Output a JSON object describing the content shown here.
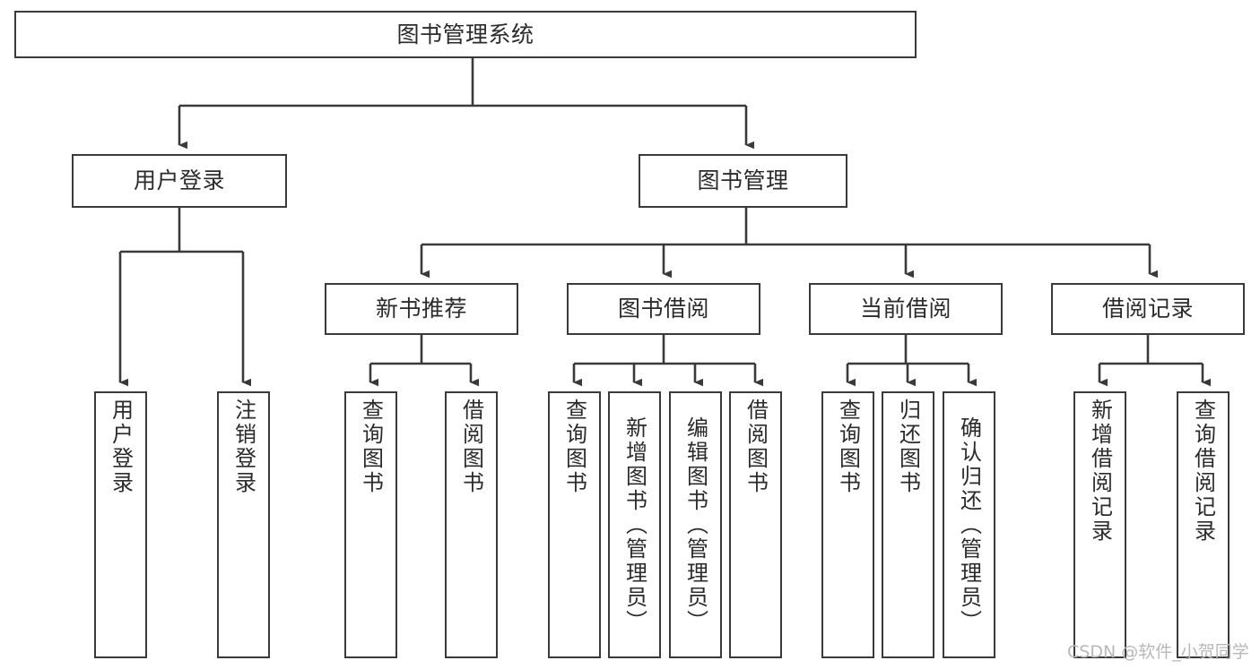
{
  "diagram": {
    "type": "tree",
    "title": "图书管理系统",
    "watermark": "CSDN @软件_小贺同学",
    "colors": {
      "border": "#3a3a3a",
      "background": "#ffffff",
      "text": "#2b2b2b",
      "connector": "#3a3a3a",
      "watermark": "#b8b8b8"
    },
    "nodes": {
      "root": "图书管理系统",
      "level1": [
        {
          "label": "用户登录"
        },
        {
          "label": "图书管理"
        }
      ],
      "level2": [
        {
          "label": "新书推荐"
        },
        {
          "label": "图书借阅"
        },
        {
          "label": "当前借阅"
        },
        {
          "label": "借阅记录"
        }
      ],
      "leaves_user_login": [
        {
          "label": "用户登录"
        },
        {
          "label": "注销登录"
        }
      ],
      "leaves_new_book": [
        {
          "label": "查询图书"
        },
        {
          "label": "借阅图书"
        }
      ],
      "leaves_borrow": [
        {
          "label": "查询图书"
        },
        {
          "label": "新增图书（管理员）"
        },
        {
          "label": "编辑图书（管理员）"
        },
        {
          "label": "借阅图书"
        }
      ],
      "leaves_current": [
        {
          "label": "查询图书"
        },
        {
          "label": "归还图书"
        },
        {
          "label": "确认归还（管理员）"
        }
      ],
      "leaves_records": [
        {
          "label": "新增借阅记录"
        },
        {
          "label": "查询借阅记录"
        }
      ]
    }
  }
}
